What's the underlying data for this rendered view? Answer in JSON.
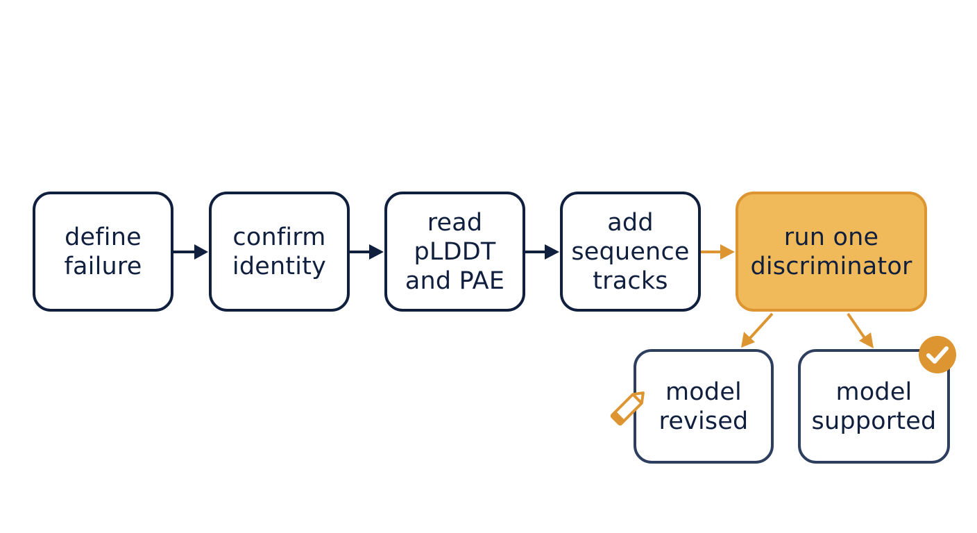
{
  "diagram": {
    "steps": [
      {
        "label": "define\nfailure"
      },
      {
        "label": "confirm\nidentity"
      },
      {
        "label": "read\npLDDT\nand PAE"
      },
      {
        "label": "add\nsequence\ntracks"
      },
      {
        "label": "run one\ndiscriminator"
      }
    ],
    "outcomes": [
      {
        "label": "model\nrevised",
        "icon": "pencil-icon"
      },
      {
        "label": "model\nsupported",
        "icon": "check-badge-icon"
      }
    ]
  },
  "colors": {
    "navy": "#0f1f3d",
    "accent_fill": "#f0b95a",
    "accent_stroke": "#dc9530",
    "outcome_border": "#2d3e5f",
    "background": "#ffffff"
  }
}
